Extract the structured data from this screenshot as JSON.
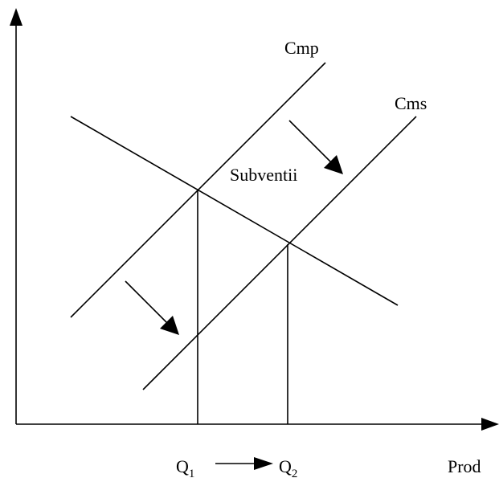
{
  "labels": {
    "cmp": "Cmp",
    "cms": "Cms",
    "subsidy": "Subventii",
    "q1_main": "Q",
    "q1_sub": "1",
    "q2_main": "Q",
    "q2_sub": "2",
    "x_axis": "Prod"
  },
  "colors": {
    "stroke": "#000000",
    "background": "#ffffff"
  }
}
